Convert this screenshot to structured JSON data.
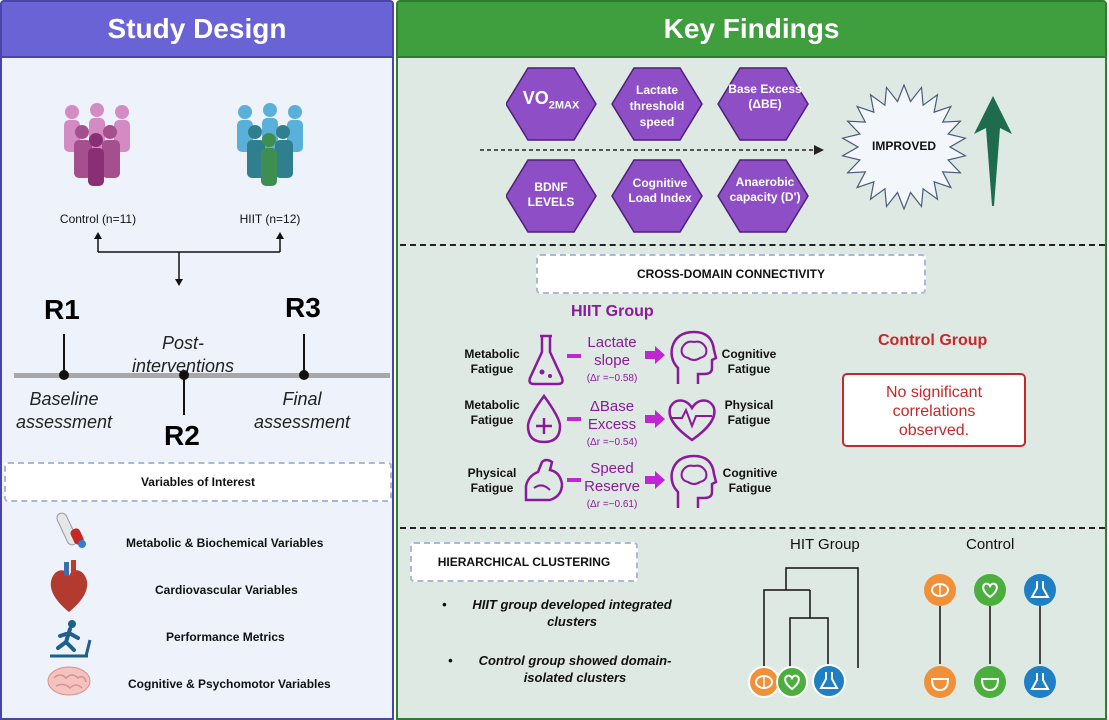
{
  "left": {
    "title": "Study Design",
    "control_label": "Control (n=11)",
    "hiit_label": "HIIT (n=12)",
    "r1": "R1",
    "r2": "R2",
    "r3": "R3",
    "baseline": "Baseline assessment",
    "post": "Post-interventions",
    "final": "Final assessment",
    "variables_title": "Variables of Interest",
    "variables": [
      {
        "label": "Metabolic & Biochemical Variables",
        "icon": "blood-tube-icon"
      },
      {
        "label": "Cardiovascular Variables",
        "icon": "heart-icon"
      },
      {
        "label": "Performance Metrics",
        "icon": "treadmill-runner-icon"
      },
      {
        "label": "Cognitive & Psychomotor Variables",
        "icon": "brain-icon"
      }
    ]
  },
  "right": {
    "title": "Key Findings",
    "hexes_top": [
      {
        "main": "VO",
        "sub": "2MAX"
      },
      {
        "main": "Lactate threshold speed"
      },
      {
        "main": "Base Excess (ΔBE)"
      }
    ],
    "hexes_bottom": [
      {
        "main": "BDNF LEVELS"
      },
      {
        "main": "Cognitive Load Index"
      },
      {
        "main": "Anaerobic capacity (D')"
      }
    ],
    "improved": "IMPROVED",
    "cross_domain_title": "CROSS-DOMAIN CONNECTIVITY",
    "hiit_group_title": "HIIT Group",
    "rows": [
      {
        "left": "Metabolic Fatigue",
        "mid": "Lactate slope",
        "r": "(Δr =−0.58)",
        "right": "Cognitive Fatigue"
      },
      {
        "left": "Metabolic Fatigue",
        "mid": "ΔBase Excess",
        "r": "(Δr =−0.54)",
        "right": "Physical Fatigue"
      },
      {
        "left": "Physical Fatigue",
        "mid": "Speed Reserve",
        "r": "(Δr =−0.61)",
        "right": "Cognitive Fatigue"
      }
    ],
    "control_group_title": "Control Group",
    "control_msg": "No significant correlations observed.",
    "clustering_title": "HIERARCHICAL CLUSTERING",
    "bullets": [
      "HIIT group developed integrated clusters",
      "Control group showed domain-isolated clusters"
    ],
    "hit_group_label": "HIT Group",
    "control_label": "Control"
  },
  "colors": {
    "left_header": "#6a63d6",
    "right_header": "#3f9f3f",
    "hex_purple": "#8e4fc6",
    "arrow_green": "#1f6b4d",
    "magenta": "#c026d3",
    "control_red": "#c62828",
    "node_orange": "#f0913a",
    "node_green": "#4cae3f",
    "node_blue": "#1f7fc4"
  }
}
